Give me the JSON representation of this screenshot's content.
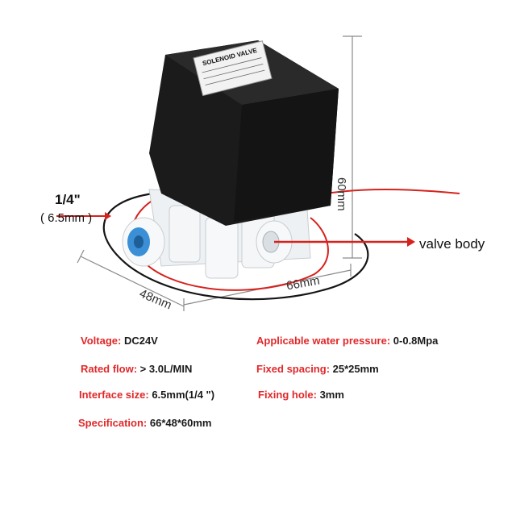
{
  "annotations": {
    "port_size": "1/4\"",
    "port_size_mm": "( 6.5mm )",
    "valve_body": "valve body",
    "height": "60mm",
    "width": "66mm",
    "depth": "48mm"
  },
  "label_sticker": {
    "title": "SOLENOID VALVE"
  },
  "specs": {
    "voltage": {
      "label": "Voltage: ",
      "value": "DC24V"
    },
    "rated_flow": {
      "label": "Rated flow: ",
      "value": "> 3.0L/MIN"
    },
    "interface_size": {
      "label": "Interface size: ",
      "value": "6.5mm(1/4 \")"
    },
    "specification": {
      "label": "Specification: ",
      "value": "66*48*60mm"
    },
    "water_pressure": {
      "label": "Applicable water pressure: ",
      "value": "0-0.8Mpa"
    },
    "fixed_spacing": {
      "label": "Fixed spacing: ",
      "value": "25*25mm"
    },
    "fixing_hole": {
      "label": "Fixing hole: ",
      "value": "3mm"
    }
  },
  "colors": {
    "label_red": "#e0282a",
    "coil_black": "#1b1b1b",
    "body_white": "#f4f6f7",
    "fitting_blue": "#3a8fd6",
    "wire_red": "#d6221d",
    "wire_black": "#151515",
    "dimension_gray": "#7a7a7a"
  },
  "icons": {
    "product": "solenoid-valve-photo",
    "arrow": "arrow-right-icon"
  }
}
